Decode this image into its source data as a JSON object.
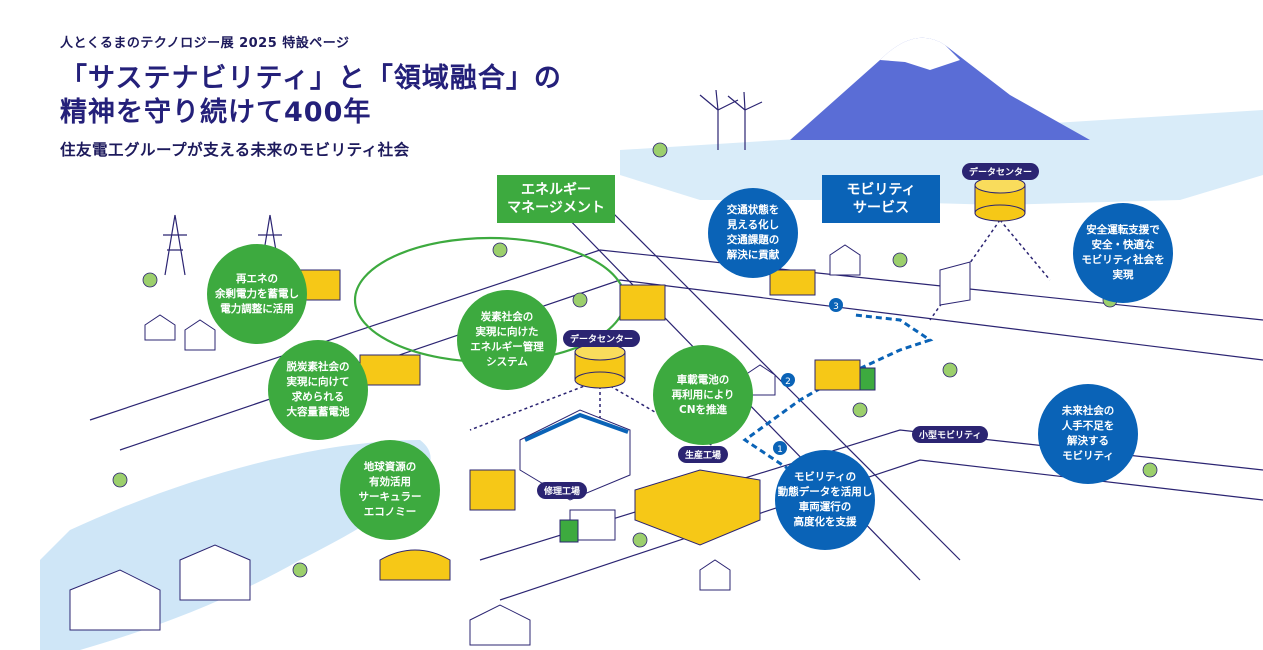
{
  "header": {
    "eyebrow": "人とくるまのテクノロジー展 2025 特設ページ",
    "title_line1": "「サステナビリティ」と「領域融合」の",
    "title_line2": "精神を守り続けて400年",
    "subtitle": "住友電工グループが支える未来のモビリティ社会"
  },
  "sections": {
    "energy": "エネルギー\nマネージメント",
    "mobility": "モビリティ\nサービス"
  },
  "bubbles": {
    "surplus_power": "再エネの\n余剰電力を蓄電し\n電力調整に活用",
    "carbon_mgmt": "炭素社会の\n実現に向けた\nエネルギー管理\nシステム",
    "large_battery": "脱炭素社会の\n実現に向けて\n求められる\n大容量蓄電池",
    "circular_economy": "地球資源の\n有効活用\nサーキュラー\nエコノミー",
    "battery_reuse": "車載電池の\n再利用により\nCNを推進",
    "traffic": "交通状態を\n見える化し\n交通課題の\n解決に貢献",
    "safe_driving": "安全運転支援で\n安全・快適な\nモビリティ社会を\n実現",
    "labor_shortage": "未来社会の\n人手不足を\n解決する\nモビリティ",
    "vehicle_ops": "モビリティの\n動態データを活用し\n車両運行の\n高度化を支援"
  },
  "labels": {
    "data_center_1": "データセンター",
    "data_center_2": "データセンター",
    "factory": "生産工場",
    "repair": "修理工場",
    "small_mobility": "小型モビリティ"
  },
  "markers": [
    "1",
    "2",
    "3"
  ],
  "colors": {
    "navy": "#24207a",
    "green": "#3daa3f",
    "blue": "#0a63b7",
    "yellow": "#f6c817",
    "water": "#cfe6f7",
    "mountain": "#5a6dd6"
  }
}
